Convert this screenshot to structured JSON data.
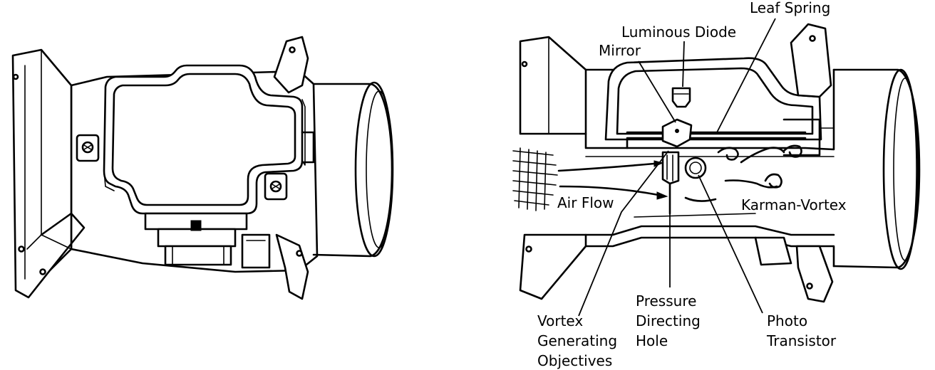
{
  "labels": {
    "leaf_spring": "Leaf Spring",
    "luminous_diode": "Luminous Diode",
    "mirror": "Mirror",
    "air_flow": "Air Flow",
    "karman_vortex": "Karman-Vortex",
    "pressure_directing_hole": [
      "Pressure",
      "Directing",
      "Hole"
    ],
    "vortex_generating_objectives": [
      "Vortex",
      "Generating",
      "Objectives"
    ],
    "photo_transistor": [
      "Photo",
      "Transistor"
    ]
  }
}
